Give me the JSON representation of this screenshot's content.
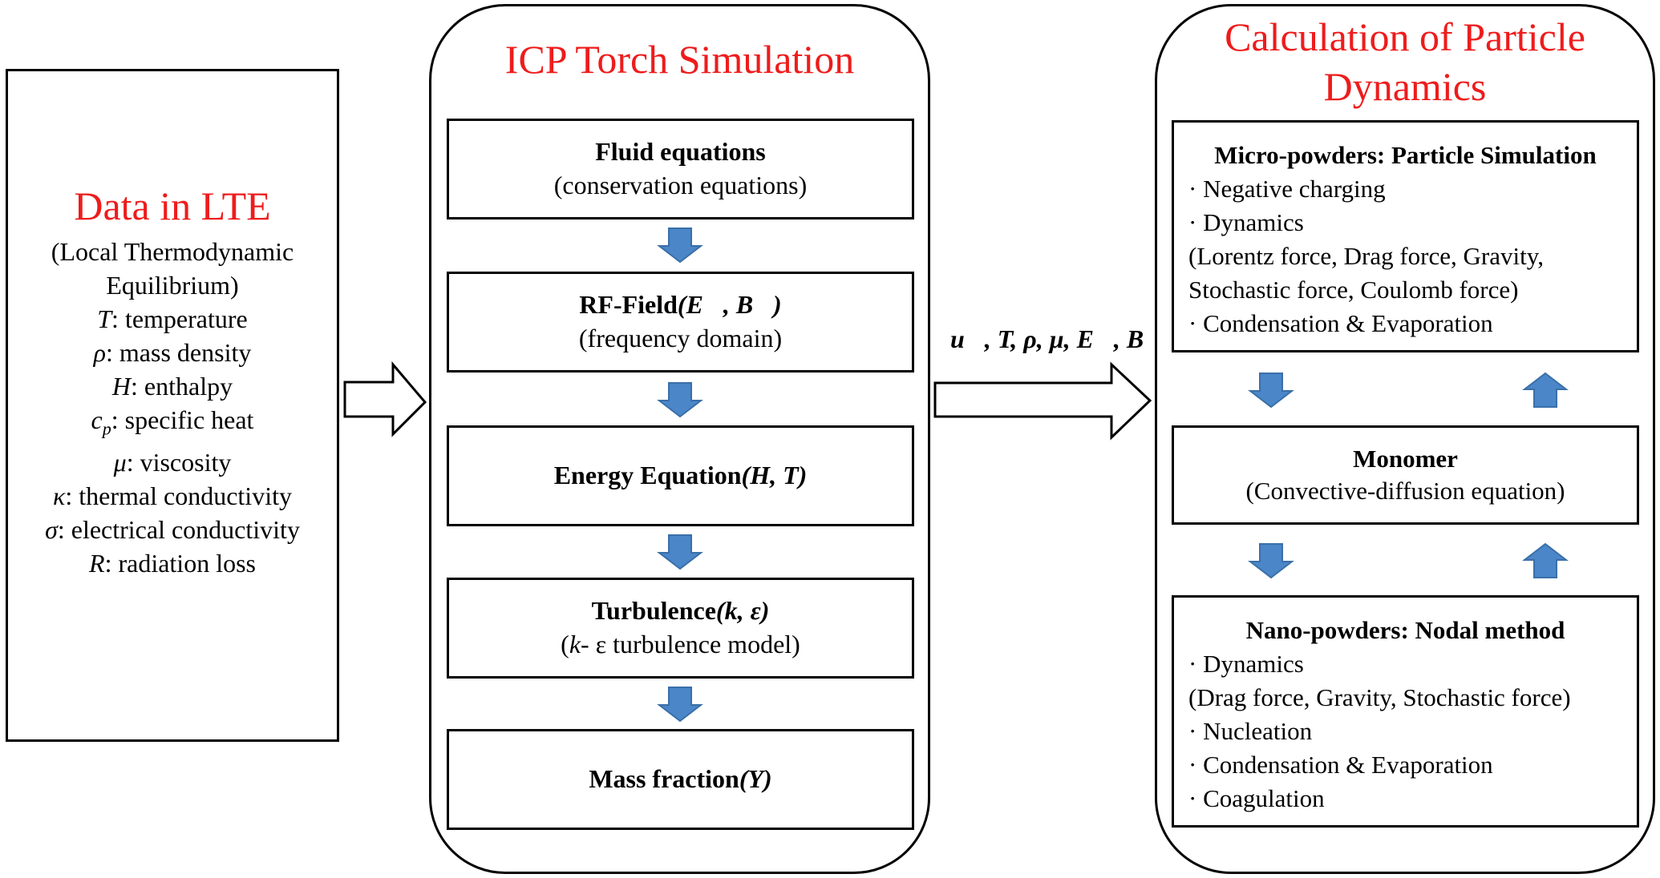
{
  "left": {
    "title": "Data in LTE",
    "subtitle_line1": "(Local Thermodynamic",
    "subtitle_line2": "Equilibrium)",
    "vars": [
      {
        "sym": "T",
        "desc": ": temperature"
      },
      {
        "sym": "ρ",
        "desc": ": mass density"
      },
      {
        "sym": "H",
        "desc": ": enthalpy"
      },
      {
        "sym": "c",
        "sub": "p",
        "desc": ": specific heat"
      },
      {
        "sym": "μ",
        "desc": ": viscosity"
      },
      {
        "sym": "κ",
        "desc": ": thermal conductivity"
      },
      {
        "sym": "σ",
        "desc": ": electrical conductivity"
      },
      {
        "sym": "R",
        "desc": ": radiation loss"
      }
    ]
  },
  "middle": {
    "title": "ICP Torch Simulation",
    "boxes": [
      {
        "label": "Fluid equations",
        "sub": "(conservation equations)"
      },
      {
        "label": "RF-Field",
        "args": "(E⃗, B⃗)",
        "sub": "(frequency domain)"
      },
      {
        "label": "Energy Equation",
        "args": "(H, T)"
      },
      {
        "label": "Turbulence",
        "args": "(k, ε)",
        "sub_sym": "k",
        "sub": "- ε turbulence model)"
      },
      {
        "label": "Mass fraction",
        "args": "(Y)"
      }
    ]
  },
  "connector_label": "u⃗, T, ρ, μ, E⃗, B⃗",
  "right": {
    "title_line1": "Calculation of Particle",
    "title_line2": "Dynamics",
    "micro": {
      "header": "Micro-powders: Particle Simulation",
      "lines": [
        "· Negative charging",
        "· Dynamics",
        "(Lorentz force, Drag force, Gravity,",
        "Stochastic force, Coulomb force)",
        "· Condensation & Evaporation"
      ]
    },
    "monomer": {
      "header": "Monomer",
      "sub": "(Convective-diffusion equation)"
    },
    "nano": {
      "header": "Nano-powders: Nodal method",
      "lines": [
        "· Dynamics",
        "(Drag force, Gravity, Stochastic force)",
        "· Nucleation",
        "· Condensation & Evaporation",
        "· Coagulation"
      ]
    }
  },
  "colors": {
    "title_red": "#ee1c1c",
    "arrow_blue": "#4a86c8",
    "arrow_blue_edge": "#3a6fa8"
  }
}
